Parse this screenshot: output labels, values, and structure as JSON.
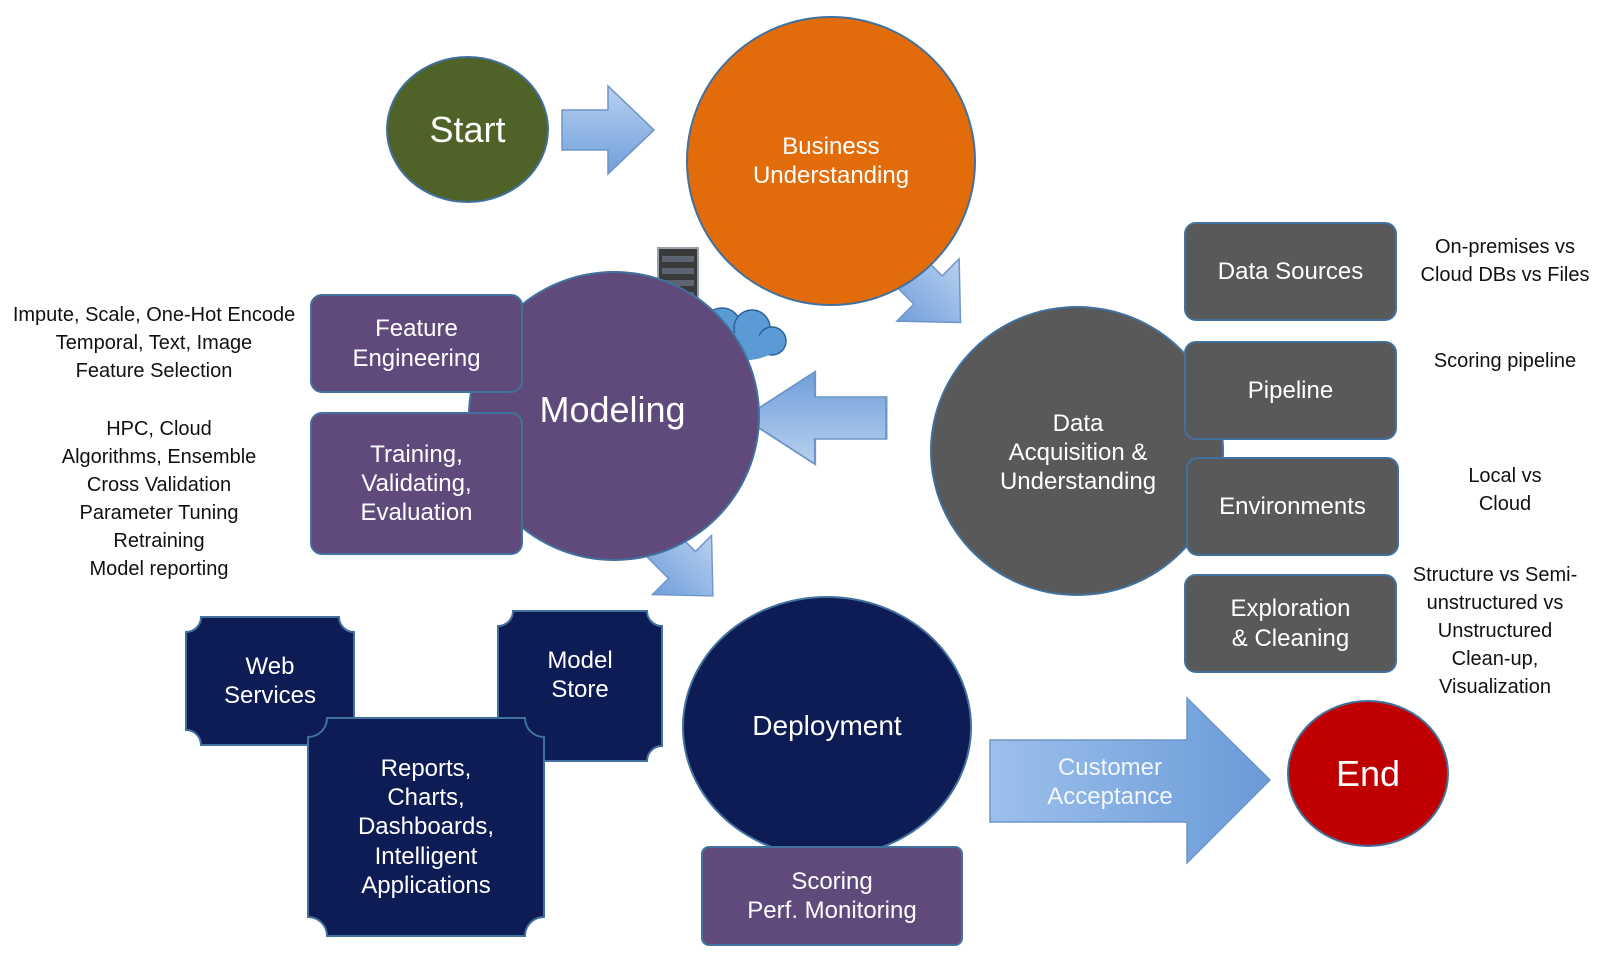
{
  "nodes": {
    "start": "Start",
    "business": "Business\nUnderstanding",
    "data_acq": "Data\nAcquisition &\nUnderstanding",
    "modeling": "Modeling",
    "deployment": "Deployment",
    "end": "End"
  },
  "modeling_boxes": {
    "feature_engineering": "Feature\nEngineering",
    "training": "Training,\nValidating,\nEvaluation"
  },
  "data_boxes": {
    "data_sources": "Data Sources",
    "pipeline": "Pipeline",
    "environments": "Environments",
    "exploration": "Exploration\n& Cleaning"
  },
  "data_notes": {
    "data_sources": "On-premises vs\nCloud DBs vs Files",
    "pipeline": "Scoring pipeline",
    "environments": "Local vs\nCloud",
    "exploration": "Structure vs Semi-\nunstructured vs\nUnstructured\nClean-up,\nVisualization"
  },
  "modeling_notes": {
    "feature": "Impute, Scale, One-Hot Encode\nTemporal, Text, Image\nFeature Selection",
    "training": "HPC, Cloud\nAlgorithms, Ensemble\nCross Validation\nParameter Tuning\nRetraining\nModel reporting"
  },
  "deployment_boxes": {
    "web_services": "Web\nServices",
    "model_store": "Model\nStore",
    "reports": "Reports,\nCharts,\nDashboards,\nIntelligent\nApplications",
    "scoring": "Scoring\nPerf. Monitoring"
  },
  "arrow_label": "Customer\nAcceptance",
  "icons": [
    "server-rack-icon",
    "cloud-icon"
  ],
  "colors": {
    "start": "#4f6228",
    "business": "#e36c0a",
    "data_gray": "#595959",
    "modeling_purple": "#604a7b",
    "deployment_navy": "#0d1c55",
    "end": "#c00000",
    "arrow_blue": "#8eb4e3",
    "outline": "#41719c"
  }
}
